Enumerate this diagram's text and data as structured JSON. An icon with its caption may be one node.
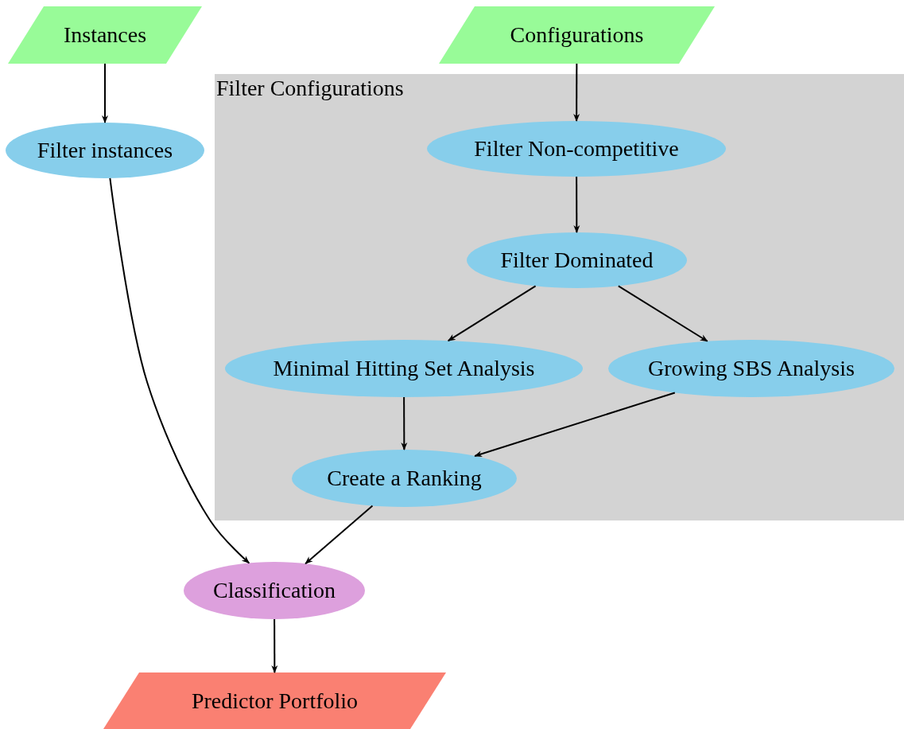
{
  "diagram": {
    "nodes": [
      {
        "text": [
          "Instances"
        ]
      },
      {
        "text": [
          "Configurations"
        ]
      },
      {
        "text": [
          "Filter Configurations"
        ]
      },
      {
        "text": [
          "Filter instances"
        ]
      },
      {
        "text": [
          "Filter Non-competitive"
        ],
        "in": 2
      },
      {
        "text": [
          "Filter Dominated"
        ],
        "in": 2
      },
      {
        "text": [
          "Minimal Hitting Set Analysis"
        ],
        "in": 2
      },
      {
        "text": [
          "Growing SBS Analysis"
        ],
        "in": 2
      },
      {
        "text": [
          "Create a Ranking"
        ],
        "in": 2
      },
      {
        "text": [
          "Classification"
        ]
      },
      {
        "text": [
          "Predictor Portfolio"
        ]
      }
    ],
    "edges": [
      {
        "from": 0,
        "to": 3,
        "arrow": "to"
      },
      {
        "from": 1,
        "to": 4,
        "arrow": "to"
      },
      {
        "from": 4,
        "to": 5,
        "arrow": "to"
      },
      {
        "from": 5,
        "to": 6,
        "arrow": "to"
      },
      {
        "from": 5,
        "to": 7,
        "arrow": "to"
      },
      {
        "from": 6,
        "to": 8,
        "arrow": "to"
      },
      {
        "from": 7,
        "to": 8,
        "arrow": "to"
      },
      {
        "from": 3,
        "to": 9,
        "arrow": "to"
      },
      {
        "from": 8,
        "to": 9,
        "arrow": "to"
      },
      {
        "from": 9,
        "to": 10,
        "arrow": "to"
      }
    ]
  }
}
